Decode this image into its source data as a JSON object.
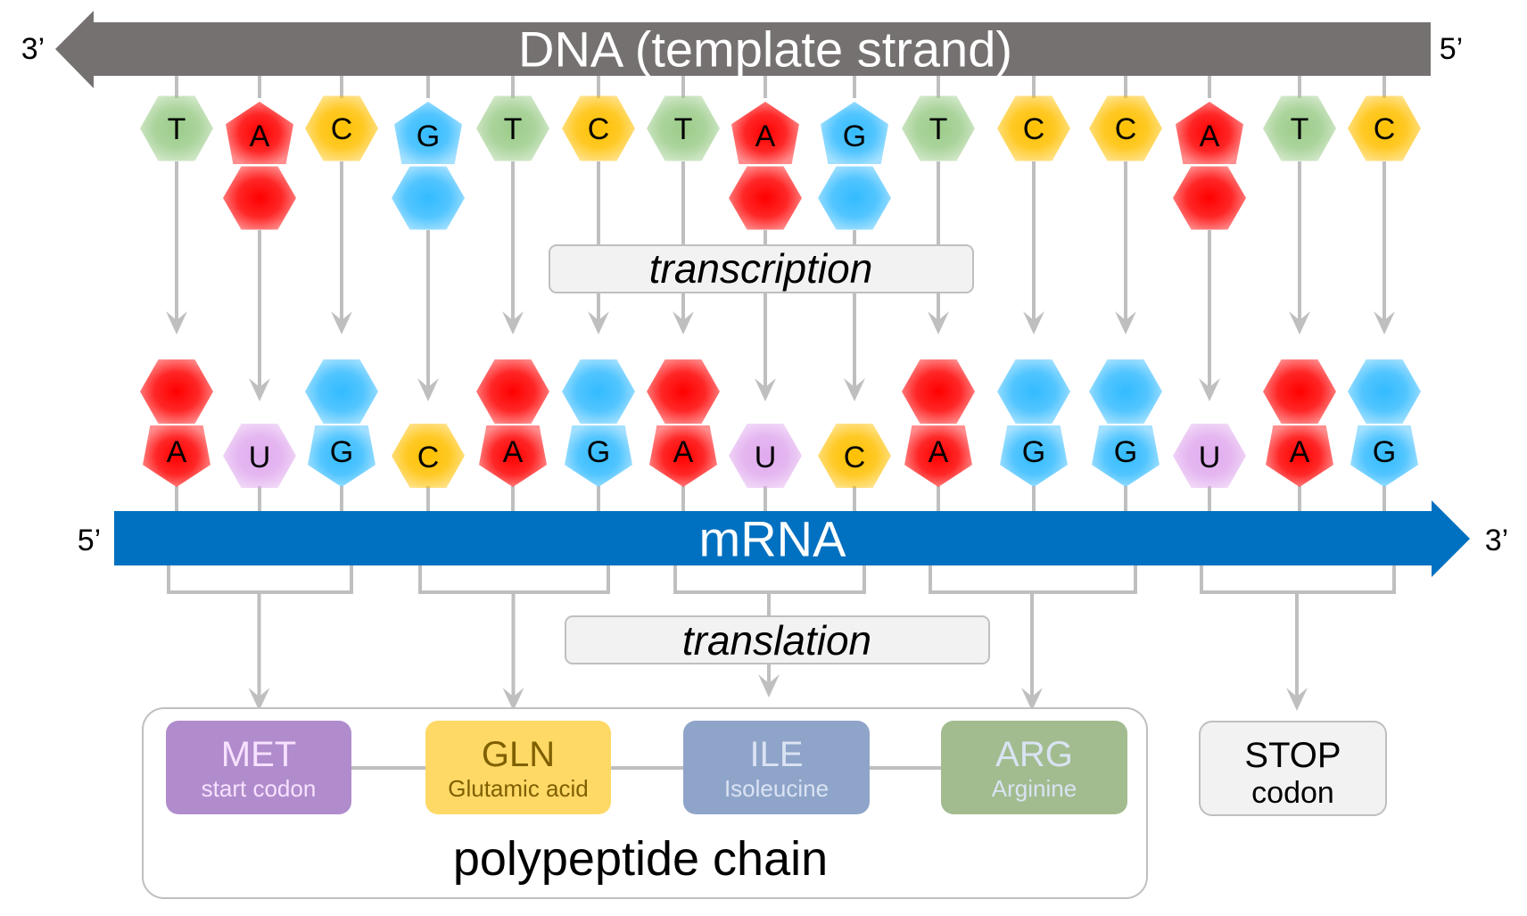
{
  "dna": {
    "title": "DNA (template strand)",
    "left_end": "3’",
    "right_end": "5’",
    "color": "#767171",
    "bases": [
      "T",
      "A",
      "C",
      "G",
      "T",
      "C",
      "T",
      "A",
      "G",
      "T",
      "C",
      "C",
      "A",
      "T",
      "C"
    ]
  },
  "mrna": {
    "title": "mRNA",
    "left_end": "5’",
    "right_end": "3’",
    "color": "#0070c0",
    "bases": [
      "A",
      "U",
      "G",
      "C",
      "A",
      "G",
      "A",
      "U",
      "C",
      "A",
      "G",
      "G",
      "U",
      "A",
      "G"
    ]
  },
  "processes": {
    "transcription": "transcription",
    "translation": "translation"
  },
  "base_colors": {
    "A": "#ff0000",
    "G": "#33bbff",
    "C": "#ffc000",
    "T": "#9ccc8a",
    "U": "#e0aaee"
  },
  "codons": [
    {
      "bases": "AUG",
      "code": "MET",
      "name": "start codon",
      "fill": "#b08ccc",
      "text_color": "#f7e1ff"
    },
    {
      "bases": "CAG",
      "code": "GLN",
      "name": "Glutamic acid",
      "fill": "#ffd966",
      "text_color": "#7f6000"
    },
    {
      "bases": "AUC",
      "code": "ILE",
      "name": "Isoleucine",
      "fill": "#8fa4c9",
      "text_color": "#dae3f3"
    },
    {
      "bases": "AGG",
      "code": "ARG",
      "name": "Arginine",
      "fill": "#a2bc8f",
      "text_color": "#dae3f3"
    },
    {
      "bases": "UAG",
      "code": "STOP",
      "name": "codon",
      "fill": "#f2f2f2",
      "text_color": "#000000"
    }
  ],
  "polypeptide": {
    "label": "polypeptide chain"
  }
}
